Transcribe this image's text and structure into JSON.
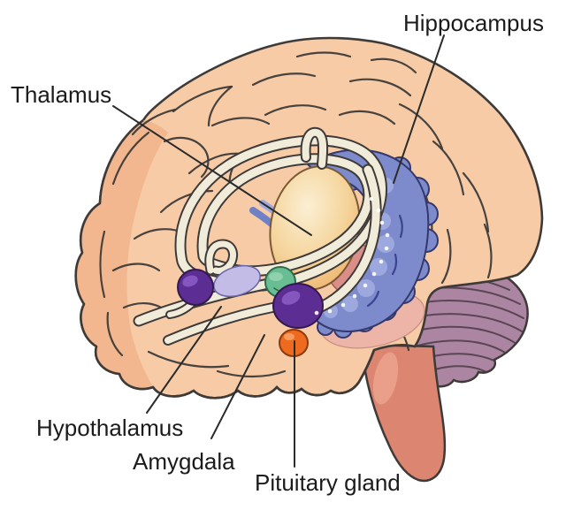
{
  "diagram": {
    "labels": [
      {
        "id": "thalamus",
        "text": "Thalamus"
      },
      {
        "id": "hippocampus",
        "text": "Hippocampus"
      },
      {
        "id": "hypothalamus",
        "text": "Hypothalamus"
      },
      {
        "id": "amygdala",
        "text": "Amygdala"
      },
      {
        "id": "pituitary_gland",
        "text": "Pituitary gland"
      }
    ],
    "colors": {
      "background": "#FFFFFF",
      "cortex": "#F6CBA6",
      "cortex_rim": "#F2B78E",
      "outline": "#3E3A38",
      "cerebellum": "#AB85A1",
      "brainstem": "#DC8570",
      "brainstem_highlight": "#EBA38E",
      "hippocampus_blue": "#7D8BCC",
      "hippocampus_light": "#9DA9DE",
      "fornix_cream": "#F1EBDA",
      "thalamus_center": "#FBEFD3",
      "thalamus_edge": "#EDAF66",
      "midbrain_pink": "#DB8E88",
      "inferior_pink": "#EDB5A8",
      "lavender": "#C2BCE6",
      "green": "#69BD92",
      "purple": "#5C2E93",
      "purple_highlight": "#8A5BC4",
      "orange": "#EE6A1E",
      "orange_highlight": "#F7A263",
      "label_text": "#1B1B1B",
      "leader_line": "#2B2B2B"
    }
  }
}
